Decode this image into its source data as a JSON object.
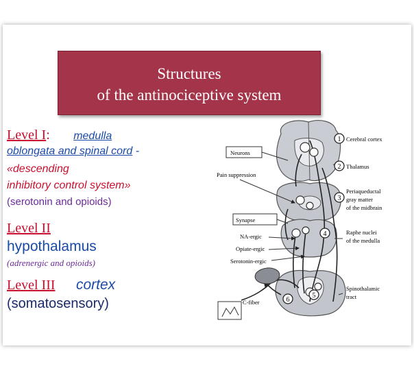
{
  "title": {
    "line1": "Structures",
    "line2": "of the antinociceptive system"
  },
  "level1": {
    "label": "Level I",
    "colon": ":",
    "line1_rest": "medulla",
    "line2": "oblongata and spinal cord",
    "dash": " -",
    "line3": "«descending",
    "line4": "inhibitory control system»",
    "line5": "(serotonin and opioids)"
  },
  "level2": {
    "label": "Level II",
    "name": "hypothalamus",
    "note": "(adrenergic and opioids)"
  },
  "level3": {
    "label": "Level III",
    "name1": "cortex",
    "name2": "(somatosensory",
    "name2_end": ")"
  },
  "diagram": {
    "labels": {
      "neurons": "Neurons",
      "pain_suppression": "Pain suppression",
      "synapse": "Synapse",
      "na_ergic": "NA-ergic",
      "opiate_ergic": "Opiate-ergic",
      "serotonin_ergic": "Serotonin-ergic",
      "c_fiber": "C-fiber",
      "cortex": "Cerebral cortex",
      "thalamus": "Thalamus",
      "pag_1": "Periaqueductal",
      "pag_2": "gray matter",
      "pag_3": "of the midbrain",
      "raphe_1": "Raphe nuclei",
      "raphe_2": "of the medulla",
      "spinothal_1": "Spinothalamic",
      "spinothal_2": "tract"
    },
    "numbers": [
      "1",
      "2",
      "3",
      "4",
      "5",
      "6"
    ]
  }
}
